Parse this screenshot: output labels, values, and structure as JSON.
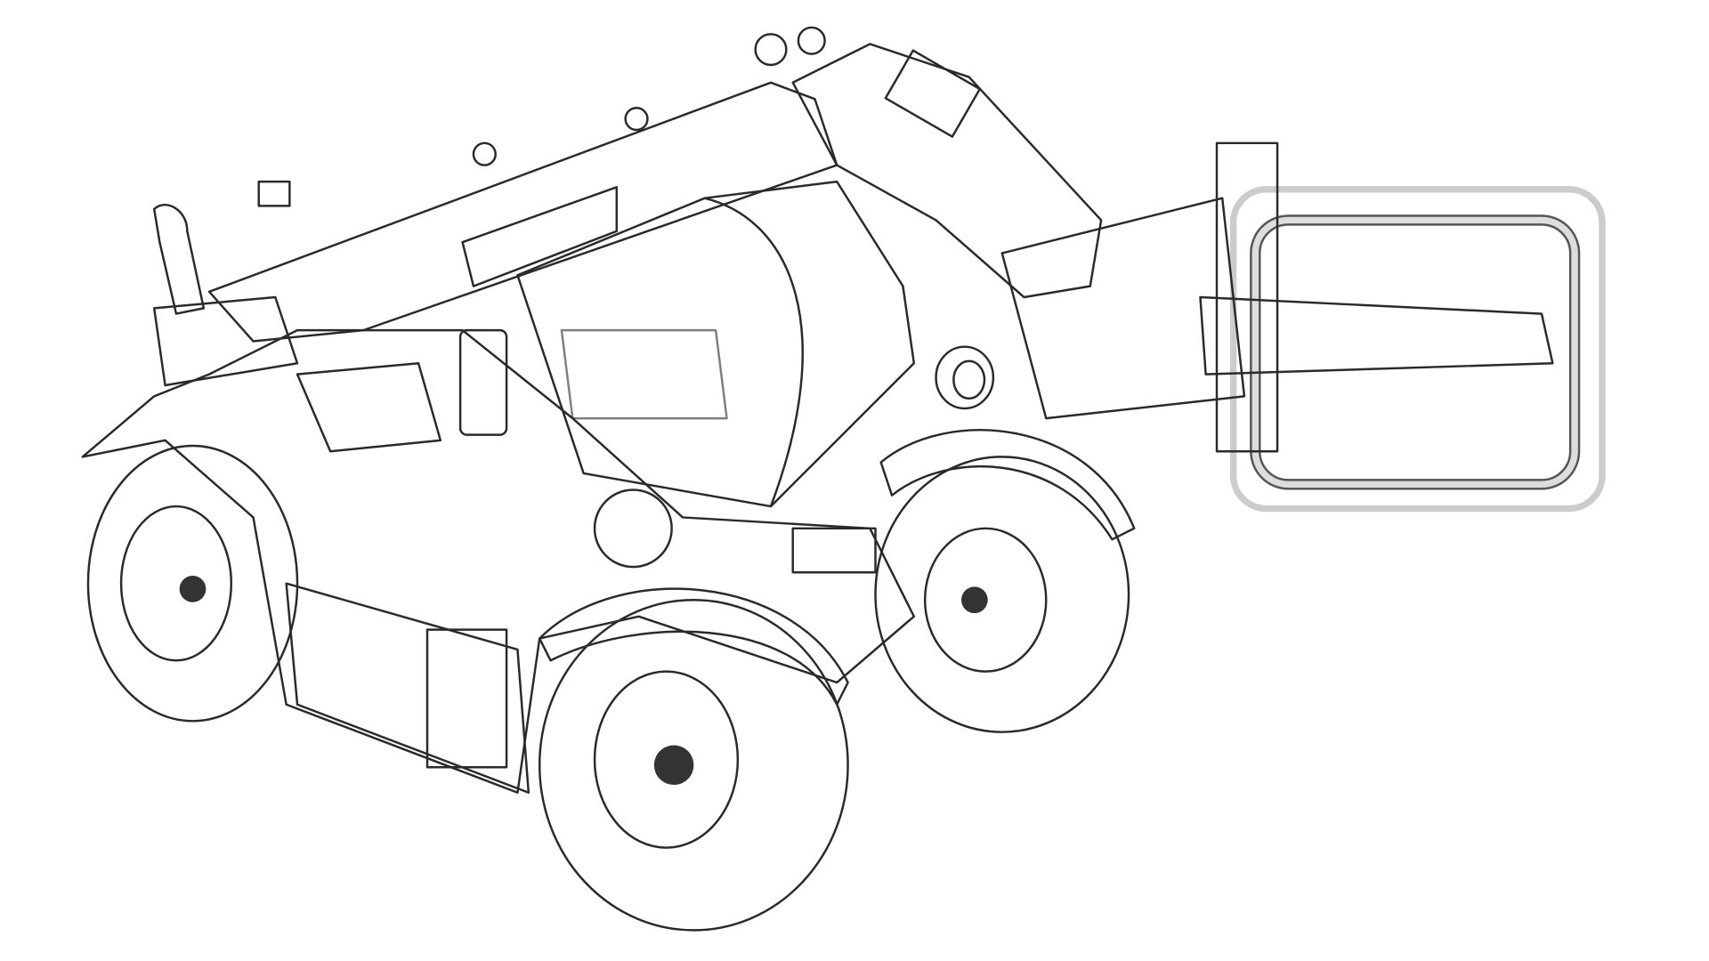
{
  "image": {
    "subject_icon": "telehandler-wireframe-render",
    "parts": [
      "boom",
      "cab",
      "bale-clamp",
      "engine-hood",
      "wheels",
      "mudguards",
      "exhaust",
      "mirror"
    ]
  },
  "colors": {
    "background": "#ffffff",
    "line": "#2a2a2a",
    "mesh": "#6a6a6a",
    "dark_mesh": "#3a3a3a"
  }
}
